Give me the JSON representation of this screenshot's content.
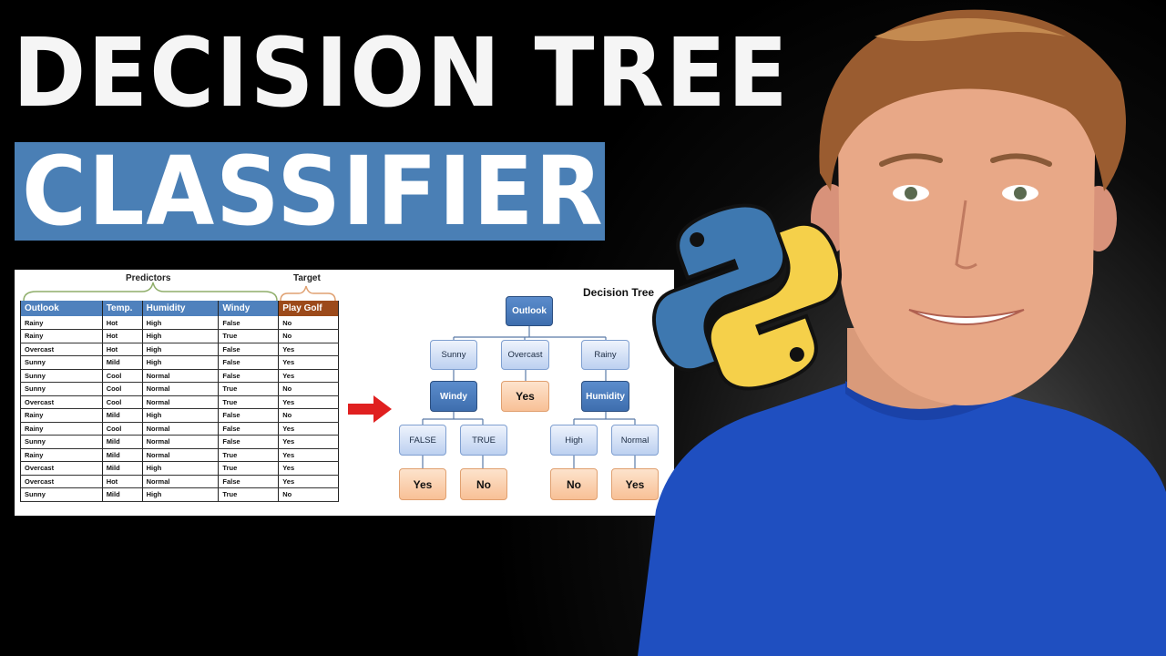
{
  "title": {
    "line1": "DECISION TREE",
    "line2": "CLASSIFIER",
    "line2_highlight_color": "#4a7fb5"
  },
  "table": {
    "predictors_label": "Predictors",
    "target_label": "Target",
    "columns": [
      "Outlook",
      "Temp.",
      "Humidity",
      "Windy",
      "Play Golf"
    ],
    "rows": [
      [
        "Rainy",
        "Hot",
        "High",
        "False",
        "No"
      ],
      [
        "Rainy",
        "Hot",
        "High",
        "True",
        "No"
      ],
      [
        "Overcast",
        "Hot",
        "High",
        "False",
        "Yes"
      ],
      [
        "Sunny",
        "Mild",
        "High",
        "False",
        "Yes"
      ],
      [
        "Sunny",
        "Cool",
        "Normal",
        "False",
        "Yes"
      ],
      [
        "Sunny",
        "Cool",
        "Normal",
        "True",
        "No"
      ],
      [
        "Overcast",
        "Cool",
        "Normal",
        "True",
        "Yes"
      ],
      [
        "Rainy",
        "Mild",
        "High",
        "False",
        "No"
      ],
      [
        "Rainy",
        "Cool",
        "Normal",
        "False",
        "Yes"
      ],
      [
        "Sunny",
        "Mild",
        "Normal",
        "False",
        "Yes"
      ],
      [
        "Rainy",
        "Mild",
        "Normal",
        "True",
        "Yes"
      ],
      [
        "Overcast",
        "Mild",
        "High",
        "True",
        "Yes"
      ],
      [
        "Overcast",
        "Hot",
        "Normal",
        "False",
        "Yes"
      ],
      [
        "Sunny",
        "Mild",
        "High",
        "True",
        "No"
      ]
    ],
    "header_color": "#4f81bd",
    "target_header_color": "#9c4a1a"
  },
  "arrow": {
    "icon": "right-arrow-icon",
    "color": "#e02020"
  },
  "tree": {
    "title": "Decision Tree",
    "root": "Outlook",
    "branches": {
      "sunny": "Sunny",
      "overcast": "Overcast",
      "rainy": "Rainy"
    },
    "overcast_leaf": "Yes",
    "sunny_split": "Windy",
    "rainy_split": "Humidity",
    "windy_false": "FALSE",
    "windy_true": "TRUE",
    "humidity_high": "High",
    "humidity_normal": "Normal",
    "leaf_false": "Yes",
    "leaf_true": "No",
    "leaf_high": "No",
    "leaf_normal": "Yes"
  },
  "logo": {
    "icon": "python-logo-icon",
    "blue": "#3e78b0",
    "yellow": "#f5d04a"
  },
  "person": {
    "shirt_color": "#1f4fc0"
  }
}
